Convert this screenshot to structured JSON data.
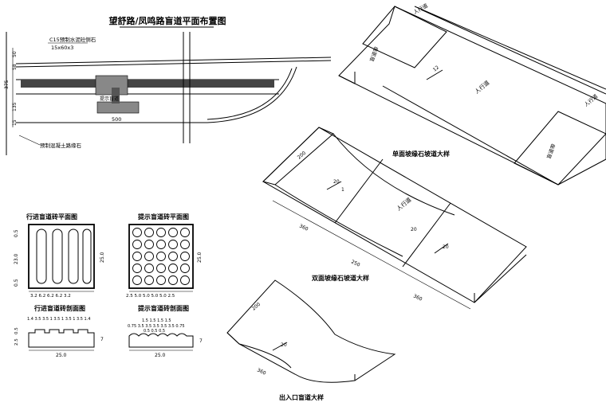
{
  "titles": {
    "plan_layout": "望舒路/凤鸣路盲道平面布置图",
    "single_slope": "单面坡缘石坡道大样",
    "double_slope": "双面坡缘石坡道大样",
    "entrance": "出入口盲道大样",
    "guide_plan": "行进盲道砖平面图",
    "warning_plan": "提示盲道砖平面图",
    "guide_section": "行进盲道砖剖面图",
    "warning_section": "提示盲道砖剖面图"
  },
  "plan_labels": {
    "curb_stone": "C15预制水泥砼侧石",
    "curb_size": "15x60x3",
    "blind_brick": "提示盲道",
    "concrete_curb": "预制混凝土路缘石",
    "dim_500": "500",
    "dim_375": "375",
    "dim_58": "58",
    "dim_135": "135",
    "dim_50": "50",
    "dim_15": "15"
  },
  "slope_labels": {
    "sidewalk": "人行道",
    "blind_lane": "盲道带",
    "slope_12": "12",
    "slope_20": "20",
    "slope_1": "1",
    "dim_250": "250",
    "dim_200": "200",
    "dim_360": "360",
    "top_road": "人行道",
    "right_road": "人行道"
  },
  "brick_dims": {
    "size_25": "25.0",
    "rib_spacing": "0.5",
    "rib_top": "0.5",
    "rib_mid": "23.0",
    "rib_bottom": "0.5",
    "bottom_seq": "3.2   6.2   6.2   6.2  3.2",
    "section_seq": "1.4 3.5 3.5 1 3.5 1 3.5 1 3.5 1.4",
    "guide_h1": "0.5",
    "guide_h2": "2.5",
    "warn_seq_top": "1.5   1.5   1.5   1.5",
    "warn_seq_bottom": "0.75 3.5 3.5 3.5 3.5 3.5 0.75",
    "warn_small": "0.5  0.5 0.5",
    "warn_bottom": "2.5     5.0     5.0     5.0     5.0     2.5",
    "height_7": "7"
  }
}
